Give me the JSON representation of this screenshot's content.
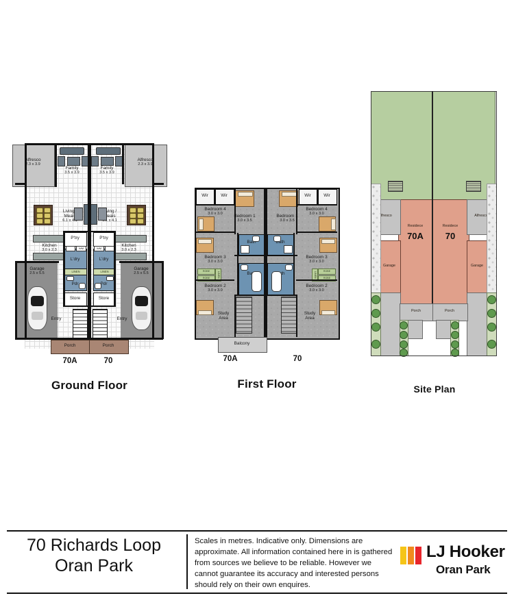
{
  "document": {
    "type": "real-estate-floorplan",
    "address_line1": "70 Richards Loop",
    "address_line2": "Oran Park"
  },
  "plans": [
    {
      "id": "ground",
      "title": "Ground Floor",
      "unit_left": "70A",
      "unit_right": "70"
    },
    {
      "id": "first",
      "title": "First Floor",
      "unit_left": "70A",
      "unit_right": "70"
    },
    {
      "id": "site",
      "title": "Site Plan"
    }
  ],
  "ground_floor": {
    "title": "Ground Floor",
    "unit_left": "70A",
    "unit_right": "70",
    "rooms": [
      {
        "name": "Alfresco",
        "dim": "2.3 x 3.9"
      },
      {
        "name": "Family",
        "dim": "3.5 x 3.9"
      },
      {
        "name": "Living /",
        "name2": "Meals",
        "dim": "6.1 x 4.1"
      },
      {
        "name": "Kitchen",
        "dim": "3.0 x 2.3"
      },
      {
        "name": "Garage",
        "dim": "2.5 x 5.5"
      },
      {
        "name": "P'try",
        "dim": ""
      },
      {
        "name": "L'dry",
        "dim": ""
      },
      {
        "name": "LINEN",
        "dim": ""
      },
      {
        "name": "Pdr",
        "dim": ""
      },
      {
        "name": "Store",
        "dim": ""
      },
      {
        "name": "Entry",
        "dim": ""
      },
      {
        "name": "Porch",
        "dim": ""
      }
    ],
    "labels": {
      "alfresco": "Alfresco",
      "alfresco_dim": "2.3 x 3.9",
      "family": "Family",
      "family_dim": "3.5 x 3.9",
      "living": "Living /",
      "living2": "Meals",
      "living_dim": "6.1 x 4.1",
      "kitchen": "Kitchen",
      "kitchen_dim": "3.0 x 2.3",
      "garage": "Garage",
      "garage_dim": "2.5 x 5.5",
      "pantry": "P'try",
      "laundry": "L'dry",
      "linen": "LINEN",
      "powder": "Pdr",
      "store": "Store",
      "entry": "Entry",
      "porch": "Porch",
      "wm": "WM"
    }
  },
  "first_floor": {
    "title": "First Floor",
    "unit_left": "70A",
    "unit_right": "70",
    "rooms": [
      {
        "name": "Bedroom 1",
        "dim": "3.0 x 3.5"
      },
      {
        "name": "Bedroom 2",
        "dim": "3.0 x 3.0"
      },
      {
        "name": "Bedroom 3",
        "dim": "3.0 x 3.0"
      },
      {
        "name": "Bedroom 4",
        "dim": "3.0 x 3.0"
      },
      {
        "name": "Bath",
        "dim": ""
      },
      {
        "name": "Wir",
        "dim": ""
      },
      {
        "name": "Study",
        "name2": "Area",
        "dim": ""
      },
      {
        "name": "Balcony",
        "dim": ""
      }
    ],
    "labels": {
      "bed1": "Bedroom 1",
      "bed1_dim": "3.0 x 3.5",
      "bed2": "Bedroom 2",
      "bed2_dim": "3.0 x 3.0",
      "bed3": "Bedroom 3",
      "bed3_dim": "3.0 x 3.0",
      "bed4": "Bedroom 4",
      "bed4_dim": "3.0 x 3.0",
      "bath": "Bath",
      "wir": "Wir",
      "robe": "ROBE",
      "linen": "LINEN",
      "study": "Study",
      "study2": "Area",
      "balcony": "Balcony"
    }
  },
  "site_plan": {
    "title": "Site Plan",
    "residence_label": "Residece",
    "unit_left": "70A",
    "unit_right": "70",
    "alfresco": "Alfresco",
    "garage": "Garage",
    "porch": "Porch"
  },
  "footer": {
    "address_line1": "70 Richards Loop",
    "address_line2": "Oran Park",
    "disclaimer": "Scales in metres. Indicative only. Dimensions are approximate. All information contained here in is gathered from sources we believe to be reliable. However we cannot guarantee its accuracy and interested persons should rely on their own enquires.",
    "brand": "LJ Hooker",
    "branch": "Oran Park",
    "brand_colors": [
      "#f5c518",
      "#f08a1e",
      "#e8262c"
    ]
  },
  "colors": {
    "wall": "#111111",
    "alfresco_fill": "#c6c6c6",
    "garage_fill": "#8e8e8e",
    "porch_fill": "#a98674",
    "wet_area": "#7d9bb5",
    "bath_fill": "#6d93b2",
    "linen_fill": "#cfdcae",
    "carpet": "#a9a9a9",
    "site_lawn": "#b6cea0",
    "site_residence": "#e0a08b",
    "site_pad": "#c4c4c4",
    "tree": "#5f9a4e"
  }
}
